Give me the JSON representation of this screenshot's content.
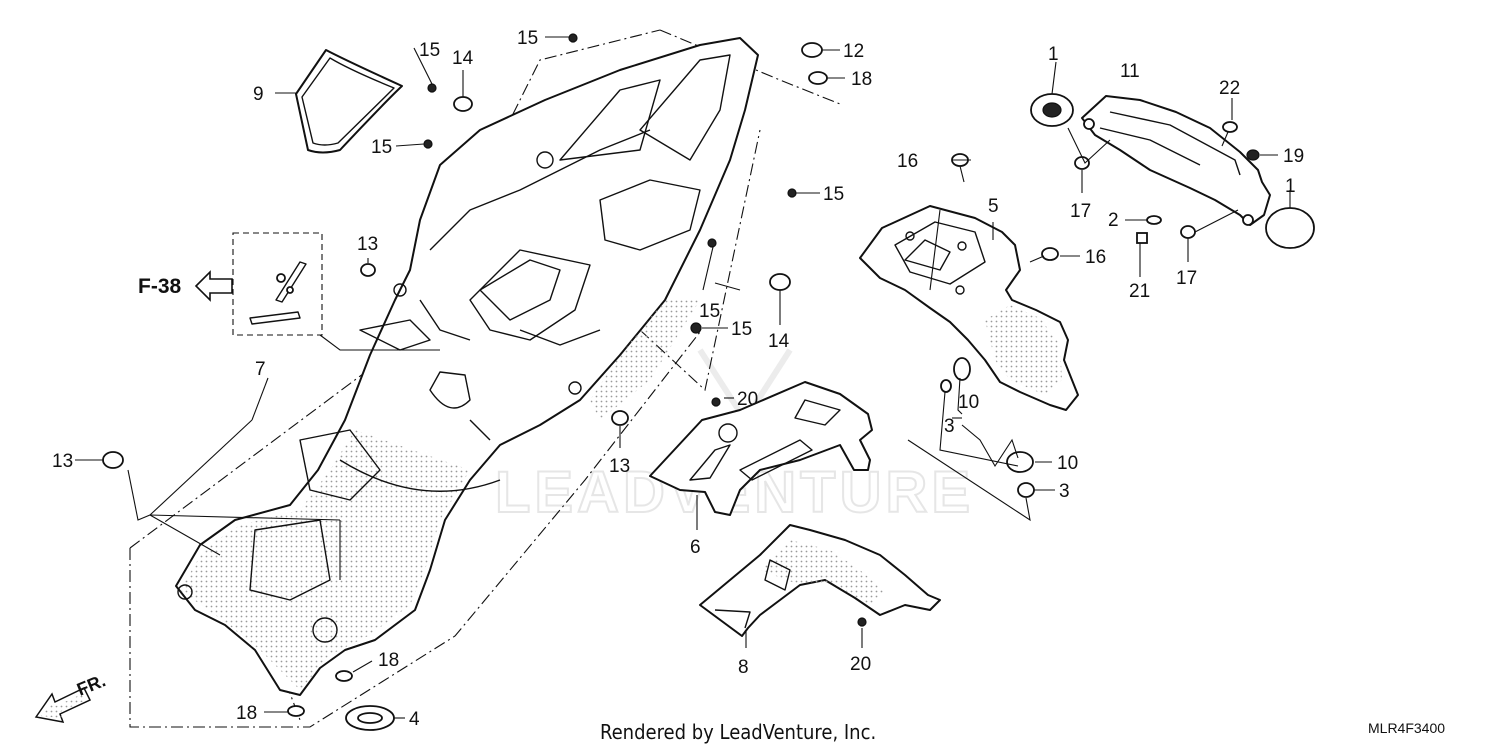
{
  "diagram": {
    "credit": "Rendered by LeadVenture, Inc.",
    "diagram_code": "MLR4F3400",
    "watermark_text": "LEADVENTURE",
    "reference_label": "F-38",
    "direction_label": "FR.",
    "callouts": [
      {
        "id": "c1a",
        "text": "1"
      },
      {
        "id": "c1b",
        "text": "1"
      },
      {
        "id": "c2",
        "text": "2"
      },
      {
        "id": "c3a",
        "text": "3"
      },
      {
        "id": "c3b",
        "text": "3"
      },
      {
        "id": "c4",
        "text": "4"
      },
      {
        "id": "c5",
        "text": "5"
      },
      {
        "id": "c6",
        "text": "6"
      },
      {
        "id": "c7",
        "text": "7"
      },
      {
        "id": "c8",
        "text": "8"
      },
      {
        "id": "c9",
        "text": "9"
      },
      {
        "id": "c10a",
        "text": "10"
      },
      {
        "id": "c10b",
        "text": "10"
      },
      {
        "id": "c11",
        "text": "11"
      },
      {
        "id": "c12",
        "text": "12"
      },
      {
        "id": "c13a",
        "text": "13"
      },
      {
        "id": "c13b",
        "text": "13"
      },
      {
        "id": "c13c",
        "text": "13"
      },
      {
        "id": "c14a",
        "text": "14"
      },
      {
        "id": "c14b",
        "text": "14"
      },
      {
        "id": "c15a",
        "text": "15"
      },
      {
        "id": "c15b",
        "text": "15"
      },
      {
        "id": "c15c",
        "text": "15"
      },
      {
        "id": "c15d",
        "text": "15"
      },
      {
        "id": "c15e",
        "text": "15"
      },
      {
        "id": "c15f",
        "text": "15"
      },
      {
        "id": "c16a",
        "text": "16"
      },
      {
        "id": "c16b",
        "text": "16"
      },
      {
        "id": "c17a",
        "text": "17"
      },
      {
        "id": "c17b",
        "text": "17"
      },
      {
        "id": "c18a",
        "text": "18"
      },
      {
        "id": "c18b",
        "text": "18"
      },
      {
        "id": "c18c",
        "text": "18"
      },
      {
        "id": "c19",
        "text": "19"
      },
      {
        "id": "c20a",
        "text": "20"
      },
      {
        "id": "c20b",
        "text": "20"
      },
      {
        "id": "c21",
        "text": "21"
      },
      {
        "id": "c22",
        "text": "22"
      }
    ]
  }
}
